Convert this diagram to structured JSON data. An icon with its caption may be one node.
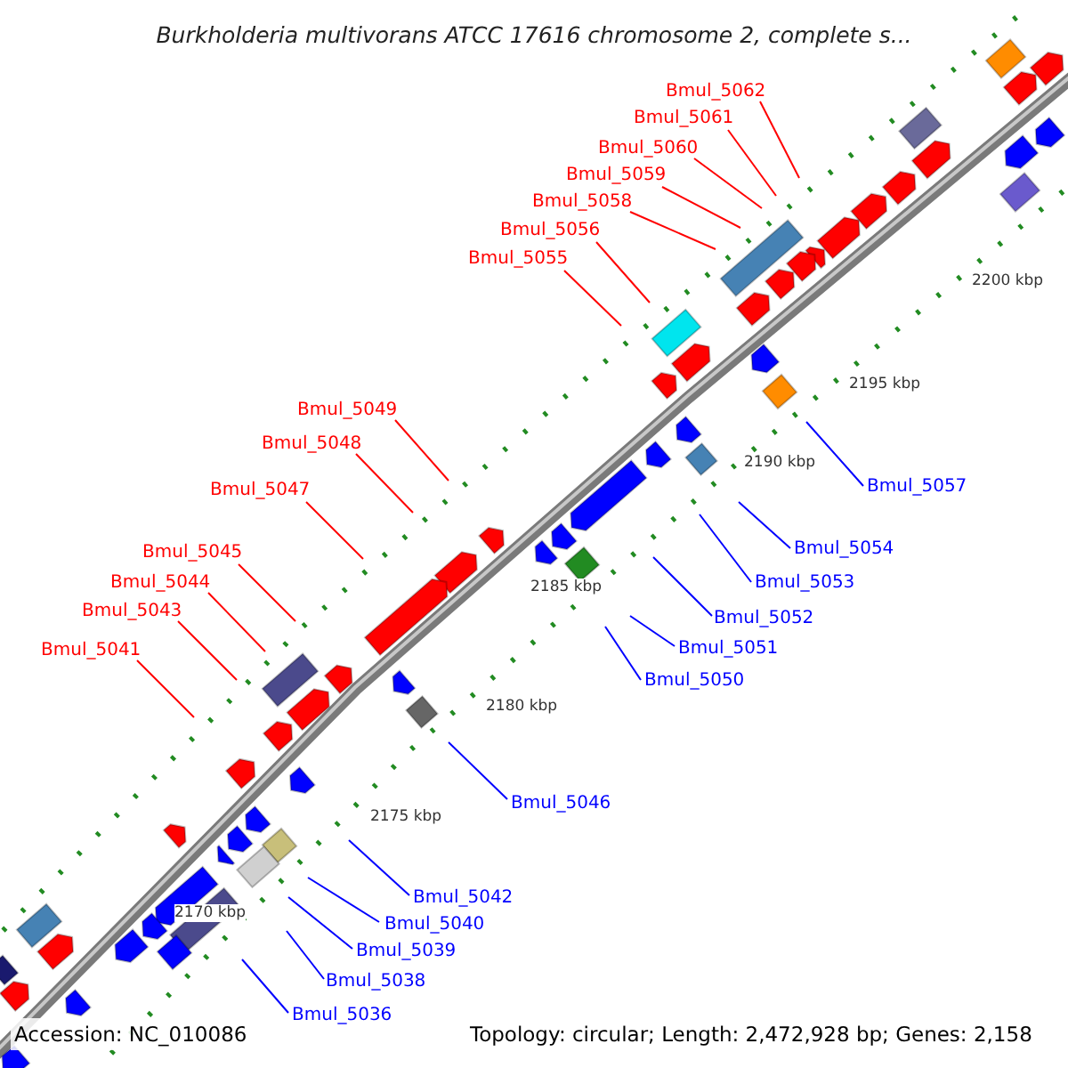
{
  "diagram": {
    "title": "Burkholderia multivorans ATCC 17616 chromosome 2, complete s...",
    "nodes": [
      {
        "text": [
          "Bmul_5062"
        ]
      },
      {
        "text": [
          "Bmul_5061"
        ]
      },
      {
        "text": [
          "Bmul_5060"
        ]
      },
      {
        "text": [
          "Bmul_5059"
        ]
      },
      {
        "text": [
          "Bmul_5058"
        ]
      },
      {
        "text": [
          "Bmul_5056"
        ]
      },
      {
        "text": [
          "Bmul_5055"
        ]
      },
      {
        "text": [
          "Bmul_5049"
        ]
      },
      {
        "text": [
          "Bmul_5048"
        ]
      },
      {
        "text": [
          "Bmul_5057"
        ]
      },
      {
        "text": [
          "Bmul_5047"
        ]
      },
      {
        "text": [
          "Bmul_5054"
        ]
      },
      {
        "text": [
          "Bmul_5045"
        ]
      },
      {
        "text": [
          "Bmul_5044"
        ]
      },
      {
        "text": [
          "Bmul_5053"
        ]
      },
      {
        "text": [
          "Bmul_5043"
        ]
      },
      {
        "text": [
          "Bmul_5052"
        ]
      },
      {
        "text": [
          "Bmul_5051"
        ]
      },
      {
        "text": [
          "Bmul_5041"
        ]
      },
      {
        "text": [
          "Bmul_5050"
        ]
      },
      {
        "text": [
          "Bmul_5046"
        ]
      },
      {
        "text": [
          "Bmul_5042"
        ]
      },
      {
        "text": [
          "Bmul_5040"
        ]
      },
      {
        "text": [
          "Bmul_5039"
        ]
      },
      {
        "text": [
          "Bmul_5038"
        ]
      },
      {
        "text": [
          "Bmul_5036"
        ]
      }
    ],
    "edges": [
      {
        "from": 0,
        "to": null,
        "arrow": "none"
      },
      {
        "from": 1,
        "to": null,
        "arrow": "none"
      },
      {
        "from": 2,
        "to": null,
        "arrow": "none"
      },
      {
        "from": 3,
        "to": null,
        "arrow": "none"
      },
      {
        "from": 4,
        "to": null,
        "arrow": "none"
      },
      {
        "from": 5,
        "to": null,
        "arrow": "none"
      },
      {
        "from": 6,
        "to": null,
        "arrow": "none"
      },
      {
        "from": 7,
        "to": null,
        "arrow": "none"
      },
      {
        "from": 8,
        "to": null,
        "arrow": "none"
      },
      {
        "from": 9,
        "to": null,
        "arrow": "none",
        "color": "#0000ff"
      },
      {
        "from": 10,
        "to": null,
        "arrow": "none"
      },
      {
        "from": 11,
        "to": null,
        "arrow": "none",
        "color": "#0000ff"
      },
      {
        "from": 12,
        "to": null,
        "arrow": "none"
      },
      {
        "from": 13,
        "to": null,
        "arrow": "none"
      },
      {
        "from": 14,
        "to": null,
        "arrow": "none",
        "color": "#0000ff"
      },
      {
        "from": 15,
        "to": null,
        "arrow": "none"
      },
      {
        "from": 16,
        "to": null,
        "arrow": "none",
        "color": "#0000ff"
      },
      {
        "from": 17,
        "to": null,
        "arrow": "none",
        "color": "#0000ff"
      },
      {
        "from": 18,
        "to": null,
        "arrow": "none"
      },
      {
        "from": 19,
        "to": null,
        "arrow": "none",
        "color": "#0000ff"
      },
      {
        "from": 20,
        "to": null,
        "arrow": "none",
        "color": "#0000ff"
      },
      {
        "from": 21,
        "to": null,
        "arrow": "none",
        "color": "#0000ff"
      },
      {
        "from": 22,
        "to": null,
        "arrow": "none",
        "color": "#0000ff"
      },
      {
        "from": 23,
        "to": null,
        "arrow": "none",
        "color": "#0000ff"
      },
      {
        "from": 24,
        "to": null,
        "arrow": "none",
        "color": "#0000ff"
      },
      {
        "from": 25,
        "to": null,
        "arrow": "none",
        "color": "#0000ff"
      }
    ],
    "labels": [
      "2200 kbp",
      "2195 kbp",
      "2190 kbp",
      "2185 kbp",
      "2180 kbp",
      "2175 kbp",
      "2170 kbp",
      "Accession: NC_010086",
      "Topology: circular; Length: 2,472,928 bp; Genes: 2,158"
    ]
  }
}
